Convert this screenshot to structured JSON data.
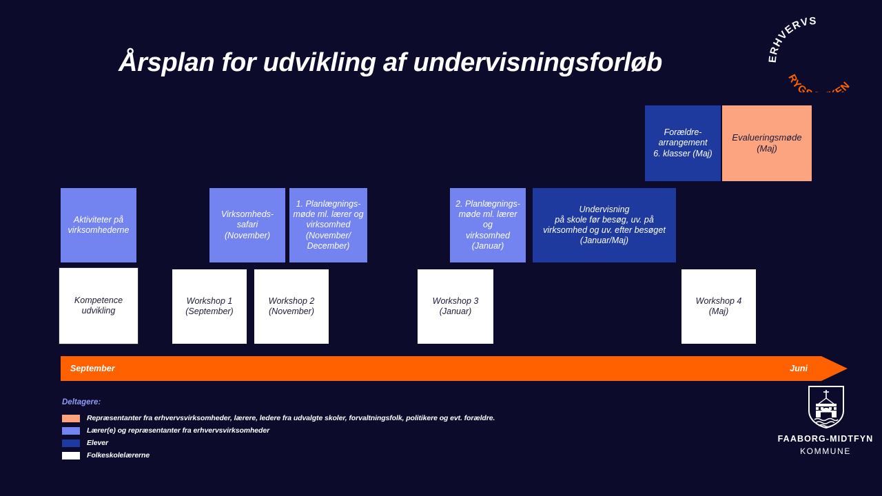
{
  "title": "Årsplan for udvikling af undervisningsforløb",
  "brand_logo": {
    "top_text": "ERHVERVS",
    "bottom_text": "RYGSÆKKEN",
    "top_color": "#ffffff",
    "bottom_color": "#ff6000"
  },
  "colors": {
    "background": "#0d0b2b",
    "periwinkle": "#7383f0",
    "dark_blue": "#1e3a9e",
    "peach": "#fca37f",
    "white": "#ffffff",
    "orange": "#ff6000",
    "legend_title": "#8c9cf5"
  },
  "boxes": {
    "foraeldre_arrangement": "Forældre-\narrangement\n6. klasser (Maj)",
    "evalueringsmoede": "Evalueringsmøde\n(Maj)",
    "aktiviteter": "Aktiviteter på\nvirksomhederne",
    "virksomheds_safari": "Virksomheds-\nsafari\n(November)",
    "planlaegning_1": "1. Planlægnings-\nmøde ml. lærer og\nvirksomhed\n(November/\nDecember)",
    "planlaegning_2": "2. Planlægnings-\nmøde ml. lærer og\nvirksomhed\n(Januar)",
    "undervisning": "Undervisning\npå skole før besøg, uv. på\nvirksomhed og uv. efter besøget\n(Januar/Maj)",
    "kompetence": "Kompetence\nudvikling",
    "workshop_1": "Workshop 1\n(September)",
    "workshop_2": "Workshop 2\n(November)",
    "workshop_3": "Workshop 3\n(Januar)",
    "workshop_4": "Workshop 4\n(Maj)"
  },
  "timeline": {
    "start_label": "September",
    "end_label": "Juni"
  },
  "legend": {
    "title": "Deltagere:",
    "items": [
      {
        "color": "#fca37f",
        "label": "Repræsentanter fra erhvervsvirksomheder, lærere, ledere fra udvalgte skoler, forvaltningsfolk, politikere og evt. forældre."
      },
      {
        "color": "#7383f0",
        "label": "Lærer(e) og repræsentanter fra erhvervsvirksomheder"
      },
      {
        "color": "#1e3a9e",
        "label": "Elever"
      },
      {
        "color": "#ffffff",
        "label": "Folkeskolelærerne"
      }
    ]
  },
  "kommune_logo": {
    "name": "FAABORG-MIDTFYN",
    "sub": "KOMMUNE"
  }
}
